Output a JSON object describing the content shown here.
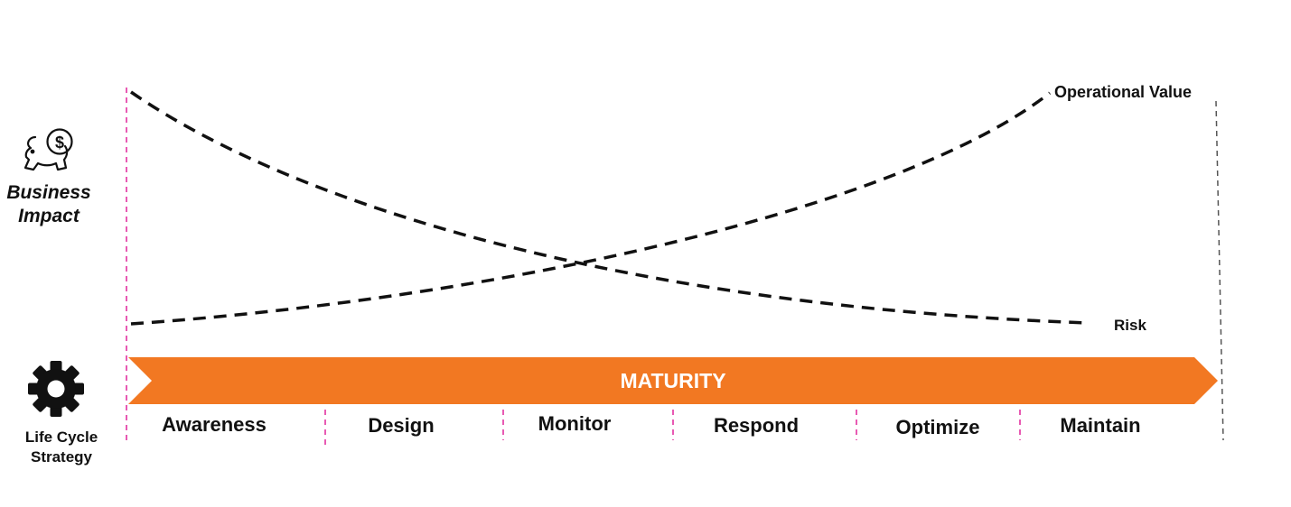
{
  "left_labels": {
    "business_impact": [
      "Business",
      "Impact"
    ],
    "life_cycle_strategy": [
      "Life Cycle",
      "Strategy"
    ]
  },
  "curves": {
    "operational_value": "Operational Value",
    "risk": "Risk"
  },
  "banner": {
    "label": "MATURITY",
    "color": "#F27822"
  },
  "stages": [
    "Awareness",
    "Design",
    "Monitor",
    "Respond",
    "Optimize",
    "Maintain"
  ],
  "colors": {
    "divider": "#E0249A",
    "curve": "#111111",
    "end_line": "#555555"
  },
  "icons": {
    "business_impact": "piggy-bank-dollar-icon",
    "life_cycle": "gear-icon"
  }
}
